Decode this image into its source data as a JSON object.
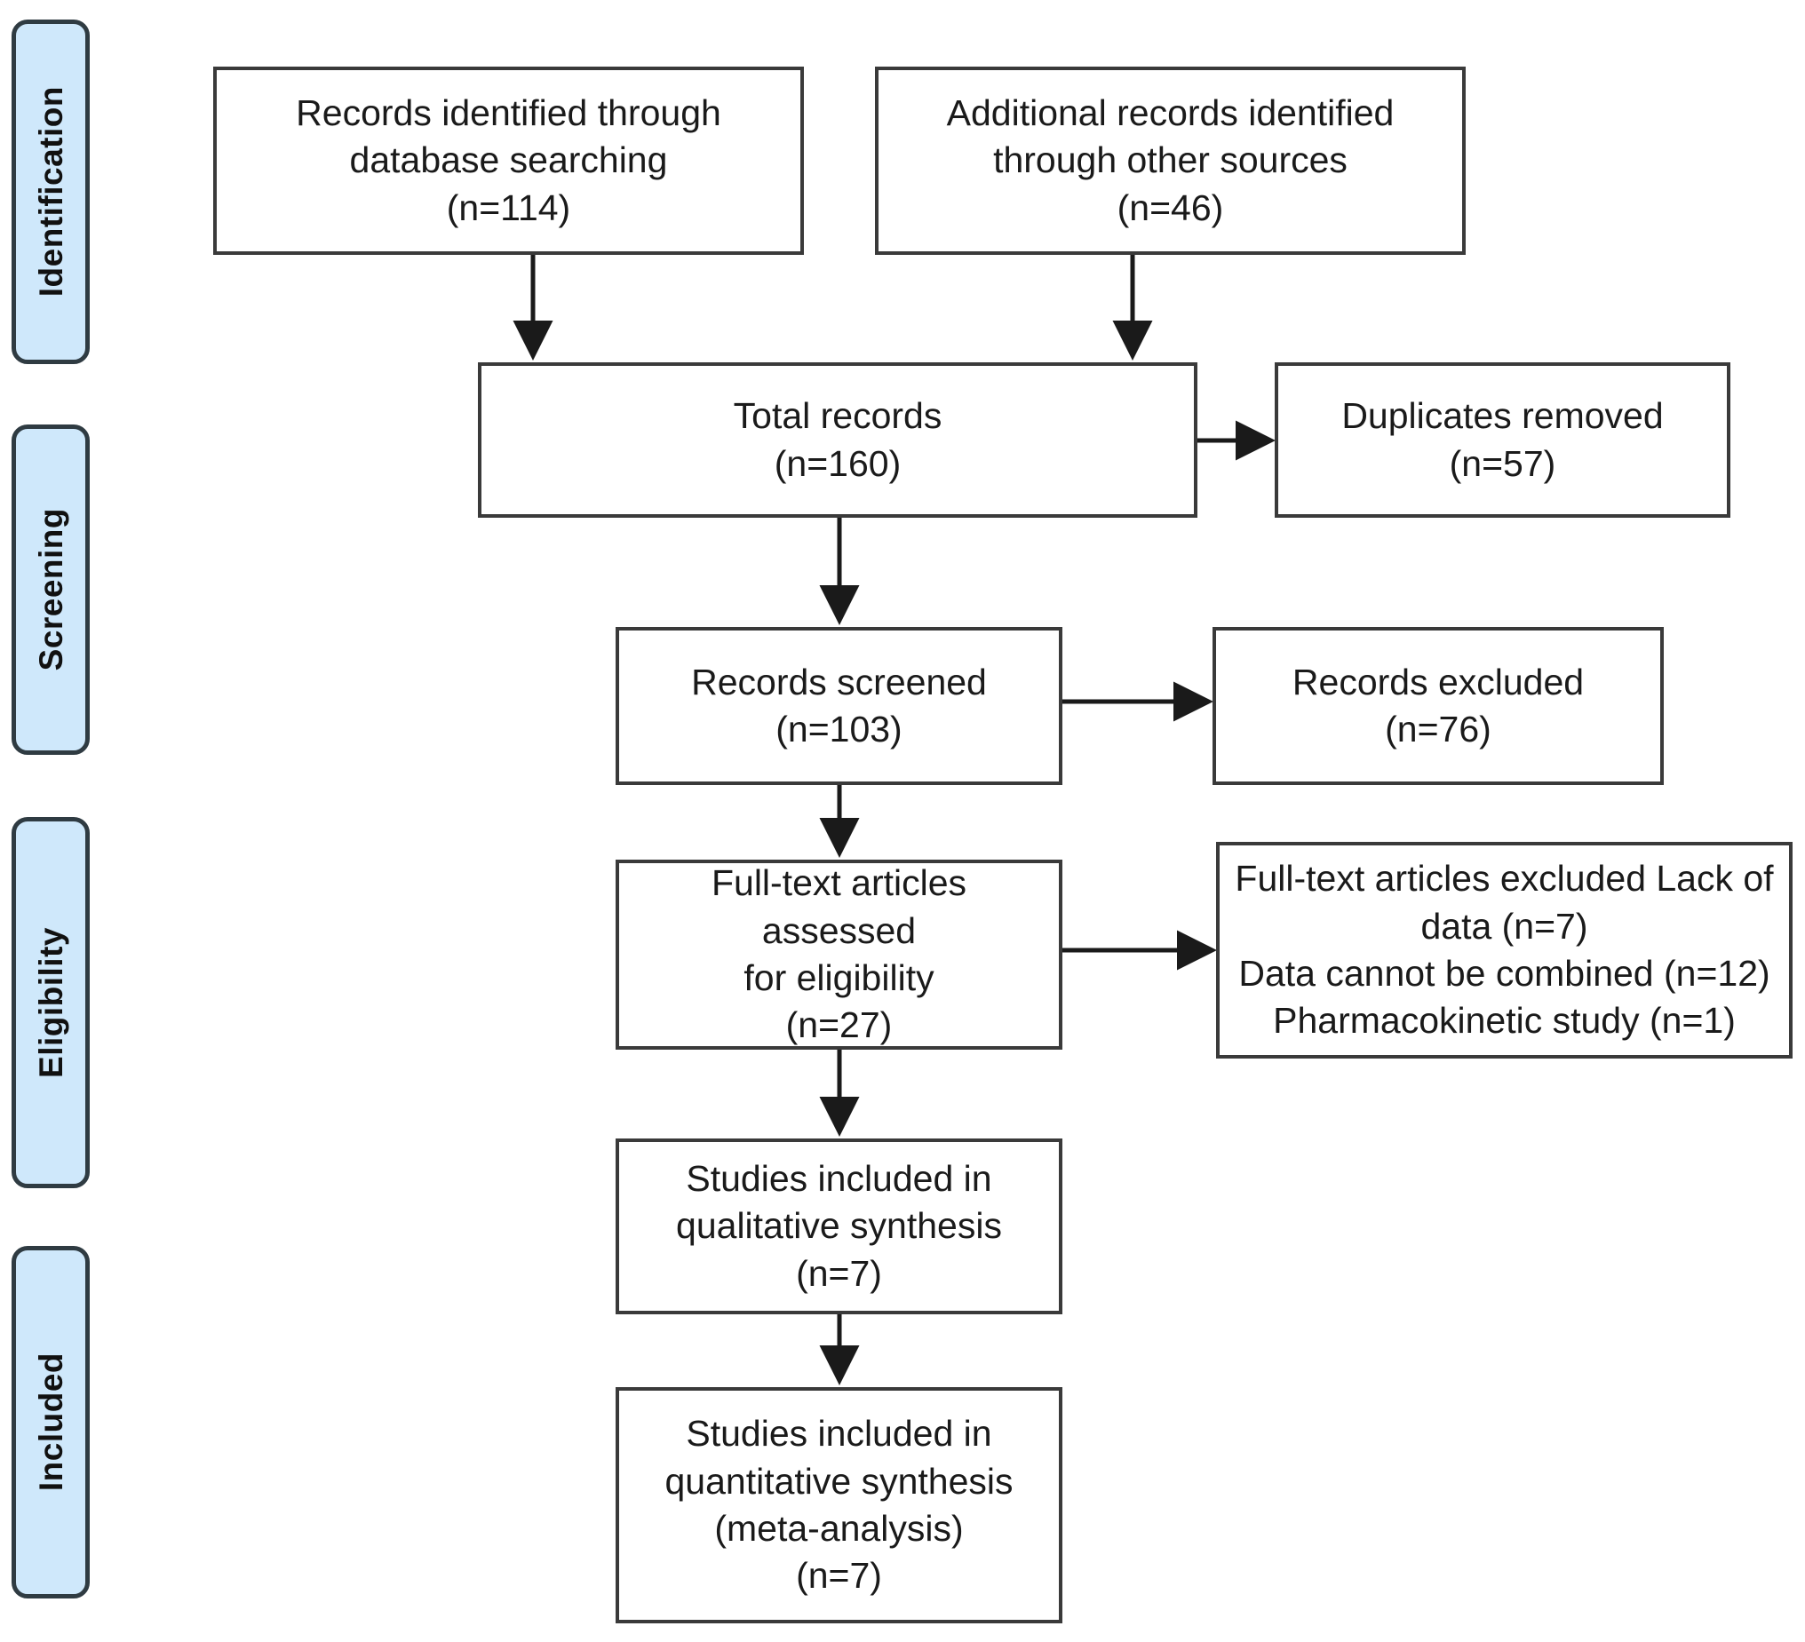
{
  "diagram": {
    "type": "prisma-flow-diagram",
    "title": "",
    "colors": {
      "stage_pill_fill": "#cfe8fb",
      "stage_pill_border": "#2f3b42",
      "box_border": "#3a3a3a",
      "box_fill": "#ffffff",
      "connector": "#1a1a1a",
      "background": "#ffffff"
    }
  },
  "stages": [
    {
      "id": "identification",
      "label": "Identification"
    },
    {
      "id": "screening",
      "label": "Screening"
    },
    {
      "id": "eligibility",
      "label": "Eligibility"
    },
    {
      "id": "included",
      "label": "Included"
    }
  ],
  "boxes": [
    {
      "id": "records-identified-database",
      "stage": "identification",
      "text": "Records identified through\ndatabase searching\n(n=114)",
      "count": 114
    },
    {
      "id": "additional-records-other-sources",
      "stage": "identification",
      "text": "Additional records identified\nthrough other sources\n(n=46)",
      "count": 46
    },
    {
      "id": "total-records",
      "stage": "screening",
      "text": "Total records\n(n=160)",
      "count": 160
    },
    {
      "id": "duplicates-removed",
      "stage": "screening",
      "text": "Duplicates removed\n(n=57)",
      "count": 57
    },
    {
      "id": "records-screened",
      "stage": "screening",
      "text": "Records screened\n(n=103)",
      "count": 103
    },
    {
      "id": "records-excluded",
      "stage": "screening",
      "text": "Records excluded\n(n=76)",
      "count": 76
    },
    {
      "id": "fulltext-assessed",
      "stage": "eligibility",
      "text": "Full-text articles assessed\nfor eligibility\n(n=27)",
      "count": 27
    },
    {
      "id": "fulltext-excluded",
      "stage": "eligibility",
      "text": "Full-text articles excluded Lack of\ndata (n=7)\nData cannot be combined (n=12)\nPharmacokinetic study (n=1)",
      "reasons": [
        {
          "label": "Lack of data",
          "count": 7
        },
        {
          "label": "Data cannot be combined",
          "count": 12
        },
        {
          "label": "Pharmacokinetic study",
          "count": 1
        }
      ]
    },
    {
      "id": "qualitative-synthesis",
      "stage": "included",
      "text": "Studies included in\nqualitative synthesis\n(n=7)",
      "count": 7
    },
    {
      "id": "quantitative-synthesis",
      "stage": "included",
      "text": "Studies included in\nquantitative synthesis\n(meta-analysis)\n(n=7)",
      "count": 7
    }
  ],
  "connectors": [
    {
      "id": "db-to-total",
      "from": "records-identified-database",
      "to": "total-records",
      "direction": "down"
    },
    {
      "id": "other-to-total",
      "from": "additional-records-other-sources",
      "to": "total-records",
      "direction": "down"
    },
    {
      "id": "total-to-duplicates",
      "from": "total-records",
      "to": "duplicates-removed",
      "direction": "right"
    },
    {
      "id": "total-to-screened",
      "from": "total-records",
      "to": "records-screened",
      "direction": "down"
    },
    {
      "id": "screened-to-excluded",
      "from": "records-screened",
      "to": "records-excluded",
      "direction": "right"
    },
    {
      "id": "screened-to-fulltext",
      "from": "records-screened",
      "to": "fulltext-assessed",
      "direction": "down"
    },
    {
      "id": "fulltext-to-excluded",
      "from": "fulltext-assessed",
      "to": "fulltext-excluded",
      "direction": "right"
    },
    {
      "id": "fulltext-to-qualitative",
      "from": "fulltext-assessed",
      "to": "qualitative-synthesis",
      "direction": "down"
    },
    {
      "id": "qualitative-to-quantitative",
      "from": "qualitative-synthesis",
      "to": "quantitative-synthesis",
      "direction": "down"
    }
  ]
}
